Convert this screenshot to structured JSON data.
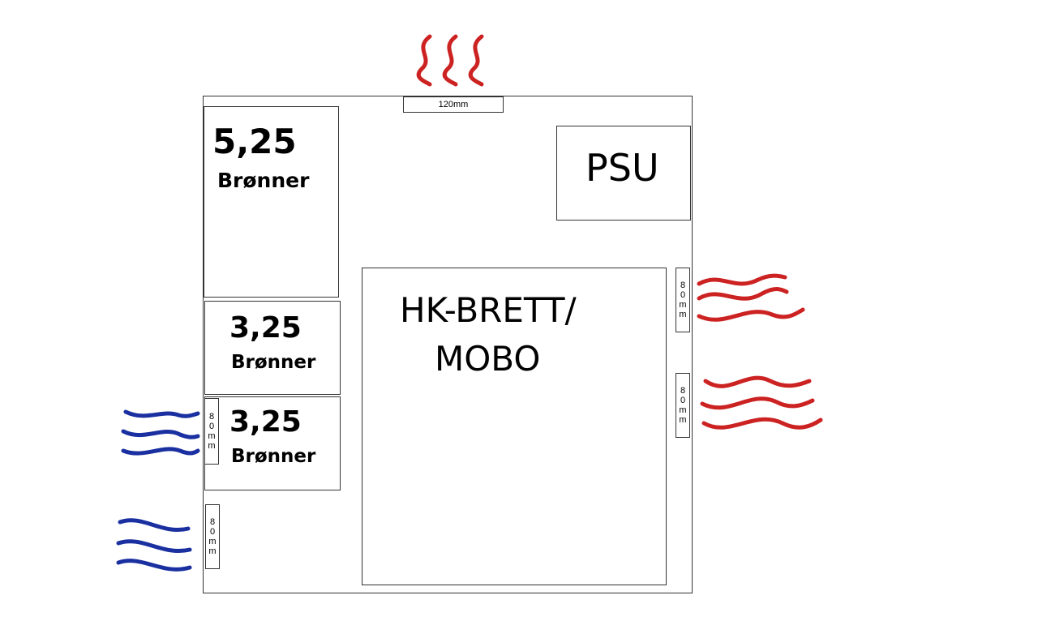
{
  "case": {
    "top_fan_label": "120mm",
    "drive_525": {
      "size": "5,25",
      "name": "Brønner"
    },
    "drive_35_a": {
      "size": "3,25",
      "name": "Brønner"
    },
    "drive_35_b": {
      "size": "3,25",
      "name": "Brønner"
    },
    "psu": "PSU",
    "mobo_line1": "HK-BRETT/",
    "mobo_line2": "MOBO",
    "fan_80_chars": [
      "8",
      "0",
      "m",
      "m"
    ]
  },
  "colors": {
    "exhaust": "#cc2222",
    "intake": "#1a2fa0"
  }
}
